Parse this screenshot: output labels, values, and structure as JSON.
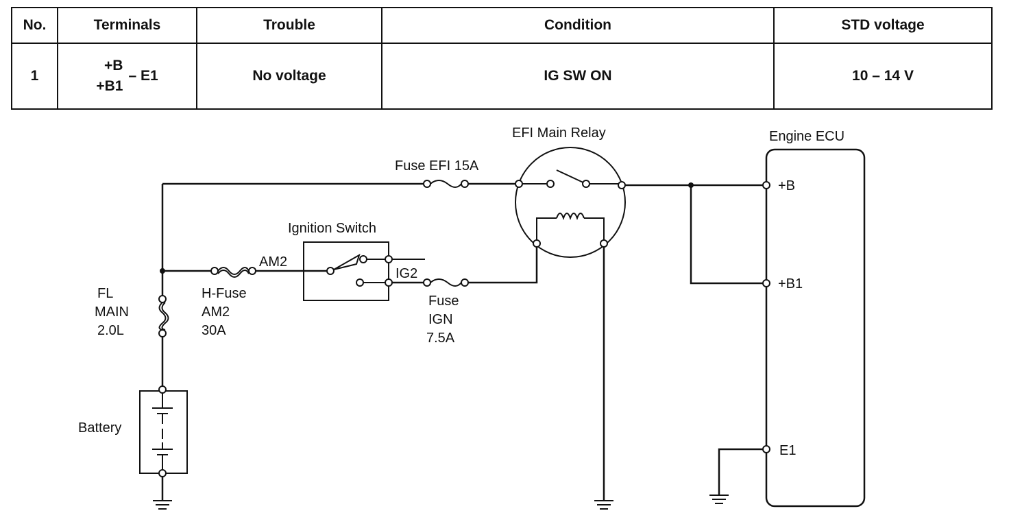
{
  "table": {
    "headers": [
      "No.",
      "Terminals",
      "Trouble",
      "Condition",
      "STD voltage"
    ],
    "row": {
      "no": "1",
      "terminal_b": "+B",
      "terminal_b1": "+B1",
      "terminal_e1": "– E1",
      "trouble": "No voltage",
      "condition": "IG SW ON",
      "std_voltage": "10 – 14 V"
    }
  },
  "diagram": {
    "efi_relay_label": "EFI Main Relay",
    "engine_ecu_label": "Engine ECU",
    "fuse_efi_label": "Fuse EFI 15A",
    "ignition_switch_label": "Ignition Switch",
    "am2_label": "AM2",
    "ig2_label": "IG2",
    "hfuse_line1": "H-Fuse",
    "hfuse_line2": "AM2",
    "hfuse_line3": "30A",
    "fl_line1": "FL",
    "fl_line2": "MAIN",
    "fl_line3": "2.0L",
    "fuse_ign_line1": "Fuse",
    "fuse_ign_line2": "IGN",
    "fuse_ign_line3": "7.5A",
    "battery_label": "Battery",
    "ecu_pin_b": "+B",
    "ecu_pin_b1": "+B1",
    "ecu_pin_e1": "E1"
  }
}
